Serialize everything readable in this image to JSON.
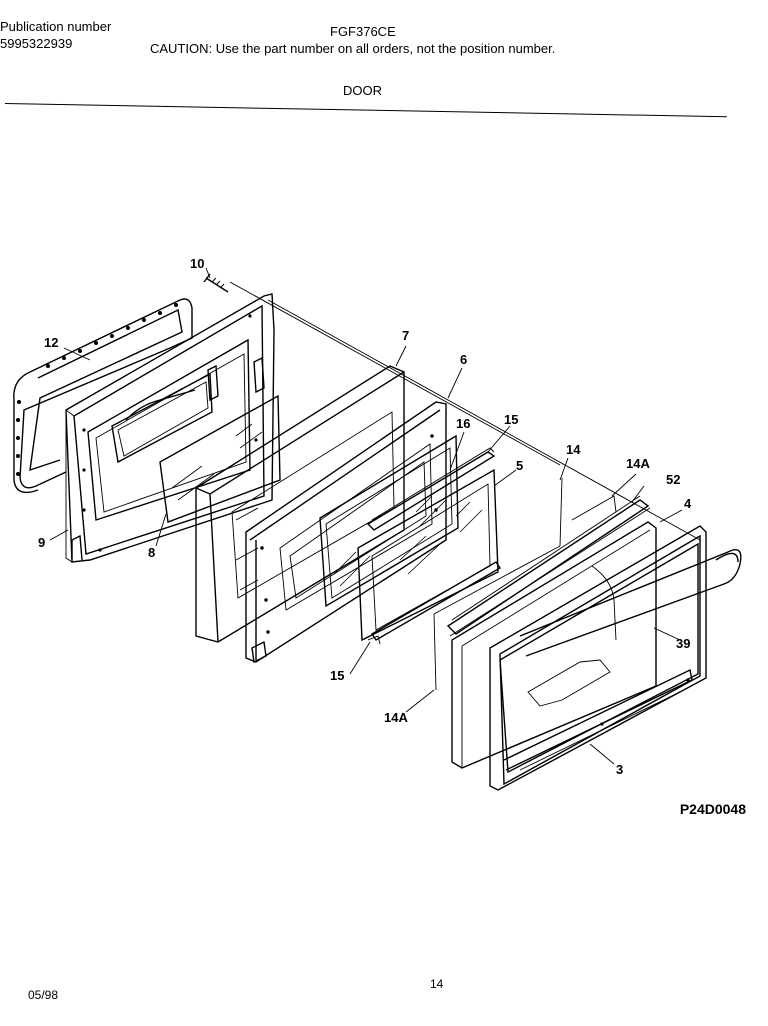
{
  "header": {
    "publication_label": "Publication number",
    "publication_number": "5995322939",
    "model": "FGF376CE",
    "caution": "CAUTION:  Use the part number on all orders, not the position number.",
    "section": "DOOR"
  },
  "diagram": {
    "code": "P24D0048",
    "callouts": [
      "10",
      "12",
      "9",
      "8",
      "7",
      "6",
      "16",
      "15",
      "5",
      "14",
      "14A",
      "52",
      "4",
      "39",
      "3",
      "15",
      "14A"
    ]
  },
  "footer": {
    "page": "14",
    "date": "05/98"
  }
}
